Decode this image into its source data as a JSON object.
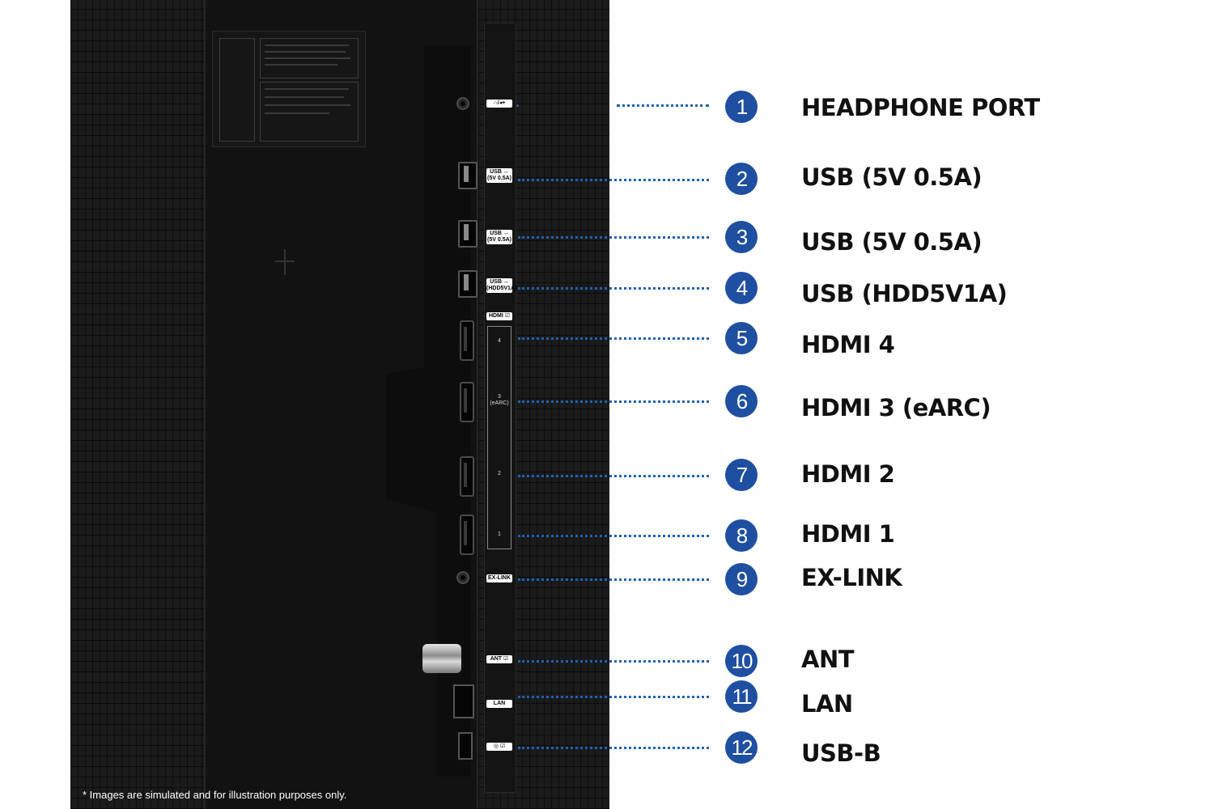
{
  "panel_labels": {
    "headphone": "∩/◂+",
    "usb1": "USB ↔\n(5V 0.5A)",
    "usb2": "USB ↔\n(5V 0.5A)",
    "usb3": "USB ↔\n(HDD5V1A)",
    "hdmi_header": "HDMI ☑",
    "hdmi4": "4",
    "hdmi3": "3\n(eARC)",
    "hdmi2": "2",
    "hdmi1": "1",
    "exlink": "EX-LINK",
    "ant": "ANT ☑",
    "lan": "LAN",
    "usbb": "◎ ☑"
  },
  "ports": [
    {
      "number": "1",
      "name": "HEADPHONE PORT"
    },
    {
      "number": "2",
      "name": "USB (5V 0.5A)"
    },
    {
      "number": "3",
      "name": "USB (5V 0.5A)"
    },
    {
      "number": "4",
      "name": "USB (HDD5V1A)"
    },
    {
      "number": "5",
      "name": "HDMI 4"
    },
    {
      "number": "6",
      "name": "HDMI 3 (eARC)"
    },
    {
      "number": "7",
      "name": "HDMI 2"
    },
    {
      "number": "8",
      "name": "HDMI 1"
    },
    {
      "number": "9",
      "name": "EX-LINK"
    },
    {
      "number": "10",
      "name": "ANT"
    },
    {
      "number": "11",
      "name": "LAN"
    },
    {
      "number": "12",
      "name": "USB-B"
    }
  ],
  "disclaimer": "* Images are simulated and for illustration purposes only.",
  "colors": {
    "badge": "#1f4fa0",
    "leader": "#1f62b0",
    "panel": "#1b1b1b"
  },
  "icons": {
    "headphone": "headphone-icon",
    "usb": "usb-icon",
    "gamepad": "gamepad-icon"
  }
}
